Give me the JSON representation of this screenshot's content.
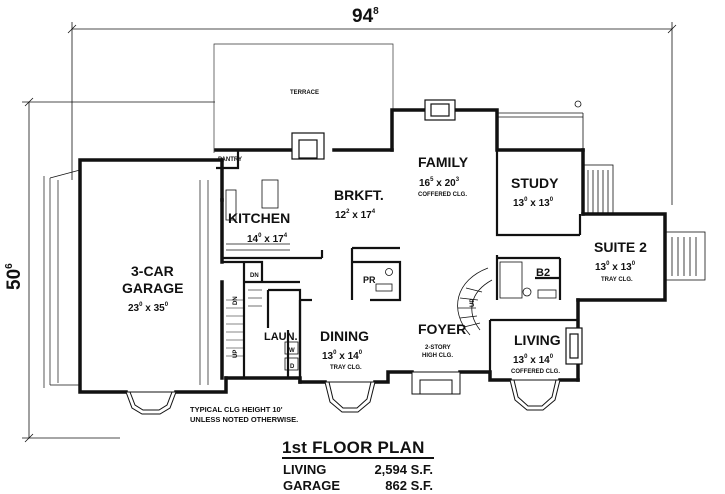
{
  "dimensions": {
    "width_label": "94",
    "width_sup": "8",
    "depth_label": "50",
    "depth_sup": "6"
  },
  "labels": {
    "terrace": "TERRACE",
    "pantry": "PANTRY",
    "kitchen": "KITCHEN",
    "kitchen_size": "14",
    "kitchen_size_sup1": "0",
    "kitchen_size_x": " x 17",
    "kitchen_size_sup2": "4",
    "brkft": "BRKFT.",
    "brkft_size": "12",
    "brkft_size_sup1": "2",
    "brkft_size_x": " x 17",
    "brkft_size_sup2": "4",
    "family": "FAMILY",
    "family_size": "16",
    "family_size_sup1": "5",
    "family_size_x": " x 20",
    "family_size_sup2": "3",
    "family_note": "COFFERED CLG.",
    "study": "STUDY",
    "study_size": "13",
    "study_size_sup1": "0",
    "study_size_x": " x 13",
    "study_size_sup2": "0",
    "suite2": "SUITE 2",
    "suite2_size": "13",
    "suite2_size_sup1": "0",
    "suite2_size_x": " x 13",
    "suite2_size_sup2": "0",
    "suite2_note": "TRAY CLG.",
    "b2": "B2",
    "garage": "3-CAR",
    "garage2": "GARAGE",
    "garage_size": "23",
    "garage_size_sup1": "0",
    "garage_size_x": " x 35",
    "garage_size_sup2": "0",
    "dn1": "DN",
    "dn2": "DN",
    "up1": "UP",
    "up2": "UP",
    "laun": "LAUN.",
    "w": "W",
    "d": "D",
    "pr": "PR",
    "dining": "DINING",
    "dining_size": "13",
    "dining_size_sup1": "0",
    "dining_size_x": " x 14",
    "dining_size_sup2": "0",
    "dining_note": "TRAY CLG.",
    "foyer": "FOYER",
    "foyer_note1": "2-STORY",
    "foyer_note2": "HIGH CLG.",
    "living": "LIVING",
    "living_size": "13",
    "living_size_sup1": "0",
    "living_size_x": " x 14",
    "living_size_sup2": "0",
    "living_note": "COFFERED CLG."
  },
  "notes": {
    "line1": "TYPICAL CLG HEIGHT 10'",
    "line2": "UNLESS NOTED OTHERWISE."
  },
  "footer": {
    "title": "1st FLOOR PLAN",
    "rows": [
      {
        "name": "LIVING",
        "value": "2,594 S.F."
      },
      {
        "name": "GARAGE",
        "value": "862 S.F."
      }
    ]
  }
}
